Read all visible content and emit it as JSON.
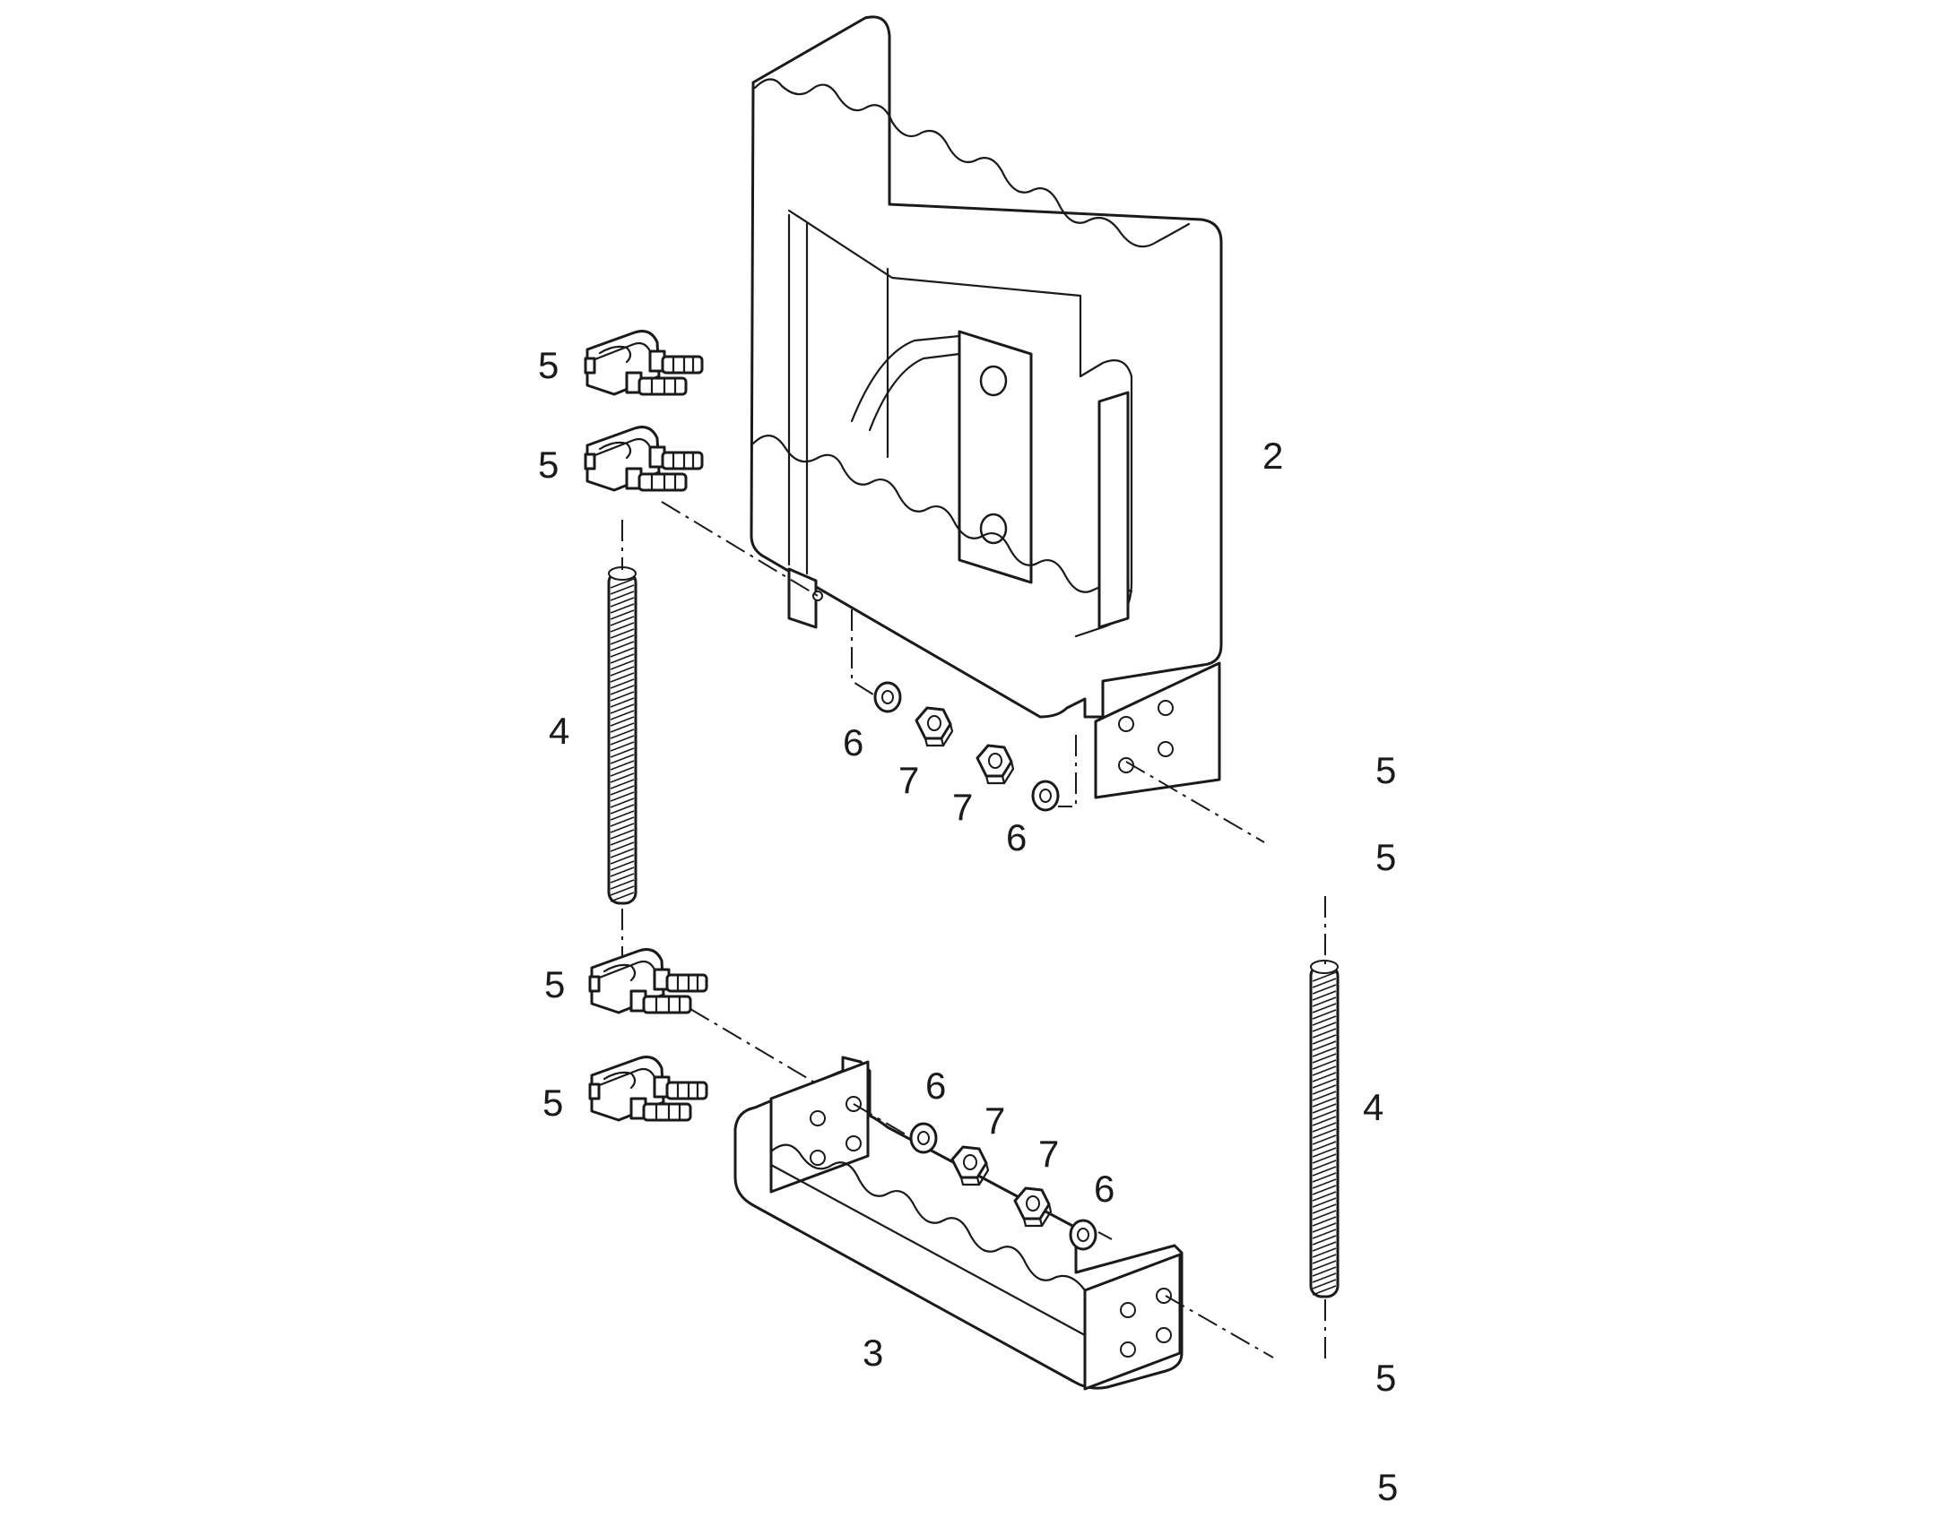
{
  "figure": {
    "callouts": {
      "upper_bracket": "2",
      "lower_bracket": "3",
      "rope_left": "4",
      "rope_right": "4",
      "clip_l1": "5",
      "clip_l2": "5",
      "clip_l3": "5",
      "clip_l4": "5",
      "clip_r1": "5",
      "clip_r2": "5",
      "clip_r3": "5",
      "clip_r4": "5",
      "washer_up_left": "6",
      "washer_up_right": "6",
      "washer_low_left": "6",
      "washer_low_right": "6",
      "nut_up_left": "7",
      "nut_up_right": "7",
      "nut_low_left": "7",
      "nut_low_right": "7"
    }
  }
}
